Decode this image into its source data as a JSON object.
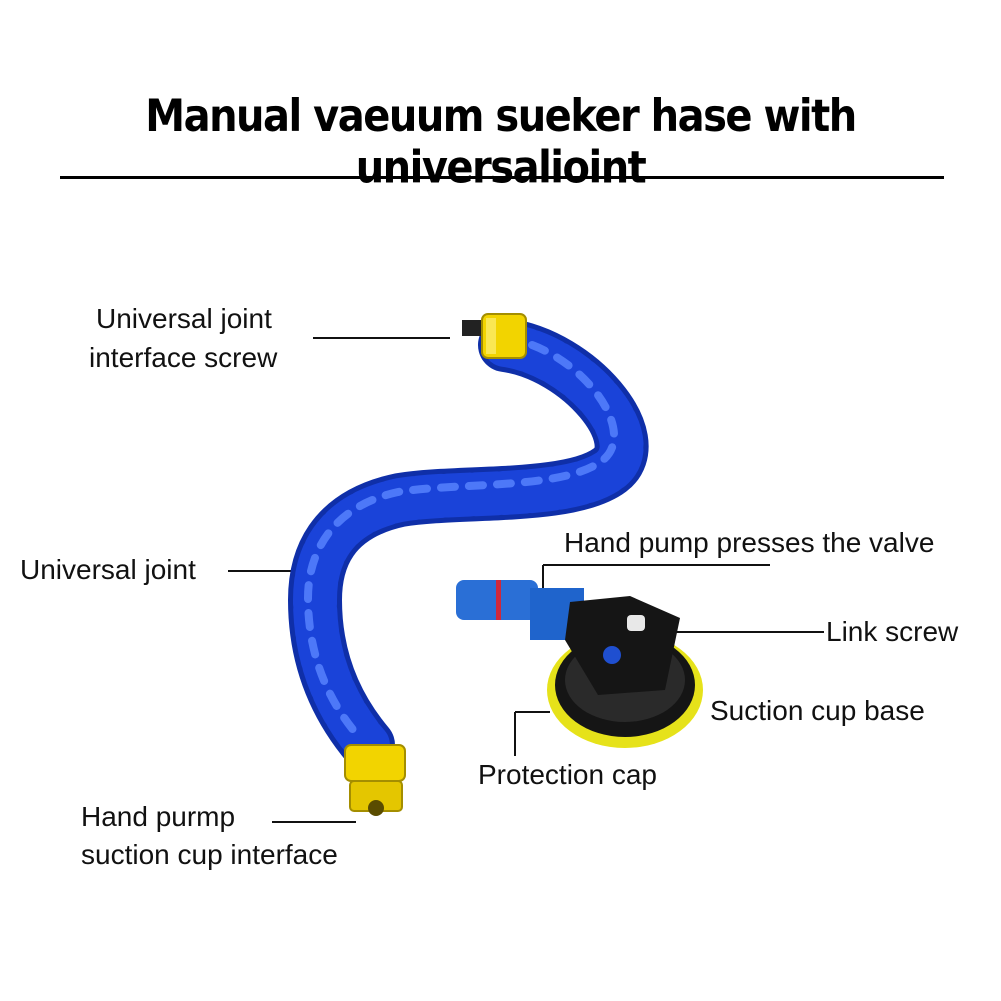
{
  "title": "Manual vaeuum sueker hase with universalioint",
  "labels": {
    "universal_joint_interface_screw": [
      "Universal joint",
      "interface screw"
    ],
    "universal_joint": "Universal joint",
    "hand_pump_suction_cup_interface": [
      "Hand purmp",
      "suction cup interface"
    ],
    "hand_pump_presses_valve": "Hand pump presses the valve",
    "link_screw": "Link screw",
    "suction_cup_base": "Suction cup base",
    "protection_cap": "Protection cap"
  },
  "colors": {
    "hose_blue": "#1a43d9",
    "hose_highlight": "#5a86ff",
    "fitting_yellow": "#f2d400",
    "valve_blue": "#2a6fd6",
    "valve_red_band": "#d0283a",
    "base_black": "#151515",
    "pad_yellow": "#e6e21a"
  }
}
